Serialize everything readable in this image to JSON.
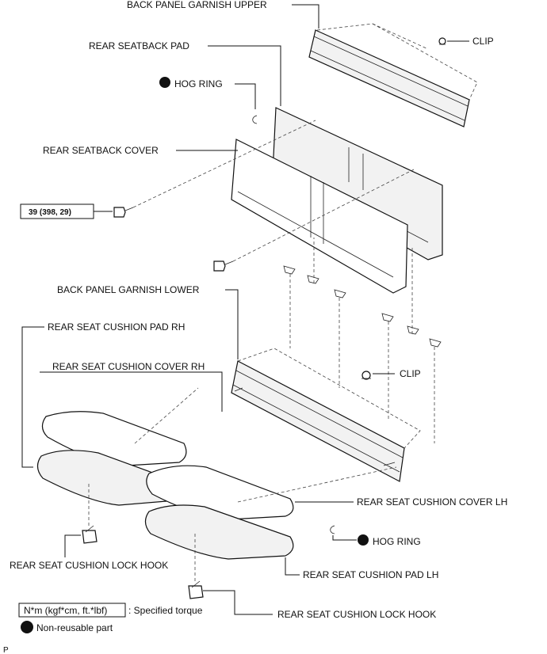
{
  "labels": {
    "back_panel_garnish_upper": "BACK PANEL GARNISH UPPER",
    "clip_upper": "CLIP",
    "rear_seatback_pad": "REAR SEATBACK PAD",
    "hog_ring_upper": "HOG RING",
    "rear_seatback_cover": "REAR SEATBACK COVER",
    "torque_value": "39 (398, 29)",
    "back_panel_garnish_lower": "BACK PANEL GARNISH LOWER",
    "rear_seat_cushion_pad_rh": "REAR SEAT CUSHION PAD RH",
    "rear_seat_cushion_cover_rh": "REAR SEAT CUSHION COVER RH",
    "clip_lower": "CLIP",
    "rear_seat_cushion_cover_lh": "REAR SEAT CUSHION COVER LH",
    "hog_ring_lower": "HOG RING",
    "rear_seat_cushion_lock_hook_left": "REAR SEAT CUSHION LOCK HOOK",
    "rear_seat_cushion_pad_lh": "REAR SEAT CUSHION PAD LH",
    "rear_seat_cushion_lock_hook_right": "REAR SEAT CUSHION LOCK HOOK"
  },
  "legend": {
    "torque_box": "N*m (kgf*cm, ft.*lbf)",
    "torque_desc": ": Specified torque",
    "nonreusable_desc": "Non-reusable part"
  },
  "corner_mark": "P"
}
